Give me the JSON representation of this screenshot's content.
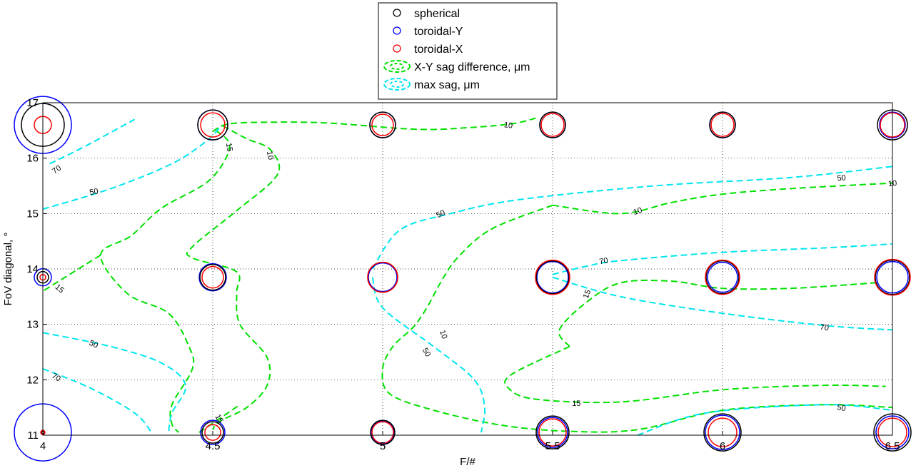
{
  "chart_data": {
    "type": "scatter",
    "xlabel": "F/#",
    "ylabel": "FoV diagonal, °",
    "xlim": [
      4,
      6.5
    ],
    "ylim": [
      11,
      17
    ],
    "grid": true,
    "xticks": [
      "4",
      "4.5",
      "5",
      "5.5",
      "6",
      "6.5"
    ],
    "yticks": [
      "11",
      "12",
      "13",
      "14",
      "15",
      "16",
      "17"
    ],
    "legend": {
      "placement": "top-center",
      "entries": [
        {
          "label": "spherical",
          "color": "#000000",
          "marker": "circle"
        },
        {
          "label": "toroidal-Y",
          "color": "#0000ff",
          "marker": "circle"
        },
        {
          "label": "toroidal-X",
          "color": "#ff0000",
          "marker": "circle"
        },
        {
          "label": "X-Y sag difference, μm",
          "color": "#00e000",
          "marker": "dashed-contour"
        },
        {
          "label": "max sag, μm",
          "color": "#00e5ee",
          "marker": "dashed-contour"
        }
      ]
    },
    "marker_scale_note": "circle radius proportional to value",
    "points": [
      {
        "x": 4,
        "y": 16.6,
        "spherical": 30,
        "toroidal_y": 40,
        "toroidal_x": 12
      },
      {
        "x": 4,
        "y": 13.85,
        "spherical": 8,
        "toroidal_y": 12,
        "toroidal_x": 4
      },
      {
        "x": 4,
        "y": 11.05,
        "spherical": 2,
        "toroidal_y": 40,
        "toroidal_x": 3
      },
      {
        "x": 4.5,
        "y": 16.6,
        "spherical": 21,
        "toroidal_y": 21,
        "toroidal_x": 17
      },
      {
        "x": 4.5,
        "y": 13.85,
        "spherical": 18,
        "toroidal_y": 19,
        "toroidal_x": 15
      },
      {
        "x": 4.5,
        "y": 11.05,
        "spherical": 15,
        "toroidal_y": 17,
        "toroidal_x": 11
      },
      {
        "x": 5,
        "y": 16.6,
        "spherical": 18,
        "toroidal_y": 18,
        "toroidal_x": 15
      },
      {
        "x": 5,
        "y": 13.85,
        "spherical": 21,
        "toroidal_y": 20,
        "toroidal_x": 21
      },
      {
        "x": 5,
        "y": 11.05,
        "spherical": 17,
        "toroidal_y": 16,
        "toroidal_x": 15
      },
      {
        "x": 5.5,
        "y": 16.6,
        "spherical": 18,
        "toroidal_y": 18,
        "toroidal_x": 16
      },
      {
        "x": 5.5,
        "y": 13.85,
        "spherical": 23,
        "toroidal_y": 22,
        "toroidal_x": 24
      },
      {
        "x": 5.5,
        "y": 11.05,
        "spherical": 23,
        "toroidal_y": 21,
        "toroidal_x": 19
      },
      {
        "x": 6,
        "y": 16.6,
        "spherical": 18,
        "toroidal_y": 18,
        "toroidal_x": 16
      },
      {
        "x": 6,
        "y": 13.85,
        "spherical": 23,
        "toroidal_y": 21,
        "toroidal_x": 24
      },
      {
        "x": 6,
        "y": 11.05,
        "spherical": 26,
        "toroidal_y": 24,
        "toroidal_x": 20
      },
      {
        "x": 6.5,
        "y": 16.6,
        "spherical": 21,
        "toroidal_y": 18,
        "toroidal_x": 17
      },
      {
        "x": 6.5,
        "y": 13.85,
        "spherical": 24,
        "toroidal_y": 22,
        "toroidal_x": 25
      },
      {
        "x": 6.5,
        "y": 11.05,
        "spherical": 26,
        "toroidal_y": 23,
        "toroidal_x": 20
      }
    ],
    "contours": [
      {
        "series": "X-Y sag difference, μm",
        "level": "10",
        "color": "#00e000",
        "label_at": [
          5.37,
          16.6
        ],
        "label_rot": 8,
        "path": [
          [
            4.5,
            16.48
          ],
          [
            4.55,
            16.62
          ],
          [
            4.7,
            16.65
          ],
          [
            4.85,
            16.63
          ],
          [
            5.1,
            16.52
          ],
          [
            5.25,
            16.55
          ],
          [
            5.38,
            16.62
          ],
          [
            5.45,
            16.72
          ]
        ]
      },
      {
        "series": "X-Y sag difference, μm",
        "level": "10",
        "color": "#00e000",
        "label_at": [
          4.67,
          16.05
        ],
        "label_rot": 80,
        "path": [
          [
            4.53,
            16.58
          ],
          [
            4.6,
            16.35
          ],
          [
            4.67,
            16.15
          ],
          [
            4.69,
            15.7
          ],
          [
            4.57,
            15.05
          ],
          [
            4.44,
            14.4
          ],
          [
            4.44,
            14.2
          ],
          [
            4.57,
            13.95
          ],
          [
            4.57,
            13.55
          ],
          [
            4.58,
            13
          ],
          [
            4.66,
            12.4
          ],
          [
            4.66,
            11.9
          ],
          [
            4.6,
            11.5
          ],
          [
            4.52,
            11.25
          ],
          [
            4.5,
            11.1
          ]
        ]
      },
      {
        "series": "X-Y sag difference, μm",
        "level": "15",
        "color": "#00e000",
        "label_at": [
          4.55,
          16.2
        ],
        "label_rot": 80,
        "path": [
          [
            4.51,
            16.5
          ],
          [
            4.55,
            16.2
          ],
          [
            4.49,
            15.6
          ],
          [
            4.35,
            15.1
          ],
          [
            4.26,
            14.6
          ],
          [
            4.17,
            14.25
          ],
          [
            4.25,
            13.55
          ],
          [
            4.37,
            13.2
          ],
          [
            4.43,
            12.6
          ],
          [
            4.44,
            12.2
          ],
          [
            4.38,
            11.55
          ],
          [
            4.38,
            11.2
          ],
          [
            4.4,
            11.05
          ]
        ]
      },
      {
        "series": "X-Y sag difference, μm",
        "level": "15",
        "color": "#00e000",
        "label_at": [
          4.05,
          13.65
        ],
        "label_rot": 40,
        "path": [
          [
            4.17,
            14.25
          ],
          [
            4.0,
            13.6
          ]
        ]
      },
      {
        "series": "X-Y sag difference, μm",
        "level": "15",
        "color": "#00e000",
        "label_at": [
          4.52,
          11.3
        ],
        "label_rot": 60,
        "path": [
          [
            4.46,
            11.05
          ],
          [
            4.52,
            11.3
          ],
          [
            4.58,
            11.55
          ]
        ]
      },
      {
        "series": "X-Y sag difference, μm",
        "level": "10",
        "color": "#00e000",
        "label_at": [
          5.18,
          12.82
        ],
        "label_rot": 70,
        "path": [
          [
            5.5,
            15.15
          ],
          [
            5.32,
            14.72
          ],
          [
            5.22,
            14.2
          ],
          [
            5.17,
            13.75
          ],
          [
            5.13,
            13.3
          ],
          [
            5.09,
            12.95
          ],
          [
            5.03,
            12.6
          ],
          [
            5.0,
            12.2
          ],
          [
            5.02,
            11.75
          ],
          [
            5.15,
            11.45
          ],
          [
            5.35,
            11.18
          ],
          [
            5.55,
            11.07
          ],
          [
            5.75,
            11.1
          ],
          [
            6.0,
            11.45
          ],
          [
            6.3,
            11.55
          ],
          [
            6.5,
            11.5
          ]
        ]
      },
      {
        "series": "X-Y sag difference, μm",
        "level": "10",
        "color": "#00e000",
        "label_at": [
          5.75,
          15.05
        ],
        "label_rot": -20,
        "path": [
          [
            5.5,
            15.15
          ],
          [
            5.7,
            15.0
          ],
          [
            5.85,
            15.2
          ],
          [
            6.0,
            15.35
          ],
          [
            6.2,
            15.45
          ],
          [
            6.5,
            15.55
          ]
        ]
      },
      {
        "series": "X-Y sag difference, μm",
        "level": "10",
        "color": "#00e000",
        "label_at": [
          6.5,
          15.55
        ],
        "label_rot": -5,
        "path": []
      },
      {
        "series": "X-Y sag difference, μm",
        "level": "15",
        "color": "#00e000",
        "label_at": [
          5.6,
          13.55
        ],
        "label_rot": -70,
        "path": [
          [
            5.55,
            12.6
          ],
          [
            5.52,
            12.9
          ],
          [
            5.6,
            13.4
          ],
          [
            5.7,
            13.75
          ],
          [
            5.85,
            13.78
          ],
          [
            6.0,
            13.65
          ],
          [
            6.2,
            13.65
          ],
          [
            6.45,
            13.75
          ]
        ]
      },
      {
        "series": "X-Y sag difference, μm",
        "level": "15",
        "color": "#00e000",
        "label_at": [
          5.57,
          11.58
        ],
        "label_rot": 0,
        "path": [
          [
            5.55,
            12.6
          ],
          [
            5.38,
            12.1
          ],
          [
            5.37,
            11.85
          ],
          [
            5.45,
            11.65
          ],
          [
            5.7,
            11.6
          ],
          [
            6.0,
            11.82
          ],
          [
            6.3,
            11.9
          ],
          [
            6.48,
            11.88
          ]
        ]
      },
      {
        "series": "max sag, μm",
        "level": "70",
        "color": "#00e5ee",
        "label_at": [
          4.04,
          15.8
        ],
        "label_rot": -35,
        "path": [
          [
            4.02,
            15.9
          ],
          [
            4.12,
            16.2
          ],
          [
            4.27,
            16.7
          ]
        ]
      },
      {
        "series": "max sag, μm",
        "level": "50",
        "color": "#00e5ee",
        "label_at": [
          4.15,
          15.4
        ],
        "label_rot": -10,
        "path": [
          [
            4.0,
            15.08
          ],
          [
            4.2,
            15.45
          ],
          [
            4.38,
            15.9
          ],
          [
            4.48,
            16.3
          ],
          [
            4.52,
            16.55
          ]
        ]
      },
      {
        "series": "max sag, μm",
        "level": "50",
        "color": "#00e5ee",
        "label_at": [
          5.17,
          15.0
        ],
        "label_rot": -25,
        "path": [
          [
            4.97,
            14.0
          ],
          [
            5.05,
            14.7
          ],
          [
            5.2,
            15.0
          ],
          [
            5.4,
            15.25
          ],
          [
            5.8,
            15.5
          ],
          [
            6.2,
            15.65
          ],
          [
            6.5,
            15.85
          ]
        ]
      },
      {
        "series": "max sag, μm",
        "level": "50",
        "color": "#00e5ee",
        "label_at": [
          6.35,
          15.65
        ],
        "label_rot": -5,
        "path": []
      },
      {
        "series": "max sag, μm",
        "level": "50",
        "color": "#00e5ee",
        "label_at": [
          5.13,
          12.5
        ],
        "label_rot": 60,
        "path": [
          [
            4.97,
            13.85
          ],
          [
            5.0,
            13.3
          ],
          [
            5.15,
            12.6
          ],
          [
            5.27,
            12.0
          ],
          [
            5.3,
            11.5
          ],
          [
            5.29,
            11.05
          ]
        ]
      },
      {
        "series": "max sag, μm",
        "level": "70",
        "color": "#00e5ee",
        "label_at": [
          5.65,
          14.15
        ],
        "label_rot": -10,
        "path": [
          [
            5.5,
            13.9
          ],
          [
            5.6,
            14.05
          ],
          [
            5.7,
            14.15
          ],
          [
            6.0,
            14.3
          ],
          [
            6.3,
            14.38
          ],
          [
            6.5,
            14.45
          ]
        ]
      },
      {
        "series": "max sag, μm",
        "level": "70",
        "color": "#00e5ee",
        "label_at": [
          6.3,
          12.95
        ],
        "label_rot": 10,
        "path": [
          [
            5.5,
            13.85
          ],
          [
            5.7,
            13.5
          ],
          [
            6.0,
            13.2
          ],
          [
            6.3,
            12.98
          ],
          [
            6.5,
            12.9
          ]
        ]
      },
      {
        "series": "max sag, μm",
        "level": "50",
        "color": "#00e5ee",
        "label_at": [
          4.15,
          12.65
        ],
        "label_rot": 25,
        "path": [
          [
            4.0,
            12.85
          ],
          [
            4.2,
            12.6
          ],
          [
            4.35,
            12.3
          ],
          [
            4.42,
            11.9
          ],
          [
            4.38,
            11.4
          ],
          [
            4.37,
            11.05
          ]
        ]
      },
      {
        "series": "max sag, μm",
        "level": "70",
        "color": "#00e5ee",
        "label_at": [
          4.04,
          12.05
        ],
        "label_rot": 30,
        "path": [
          [
            4.0,
            12.2
          ],
          [
            4.14,
            11.85
          ],
          [
            4.27,
            11.4
          ],
          [
            4.32,
            11.05
          ]
        ]
      },
      {
        "series": "max sag, μm",
        "level": "50",
        "color": "#00e5ee",
        "label_at": [
          6.35,
          11.5
        ],
        "label_rot": 10,
        "path": [
          [
            5.75,
            11.0
          ],
          [
            5.95,
            11.4
          ],
          [
            6.3,
            11.55
          ],
          [
            6.5,
            11.45
          ]
        ]
      }
    ]
  }
}
